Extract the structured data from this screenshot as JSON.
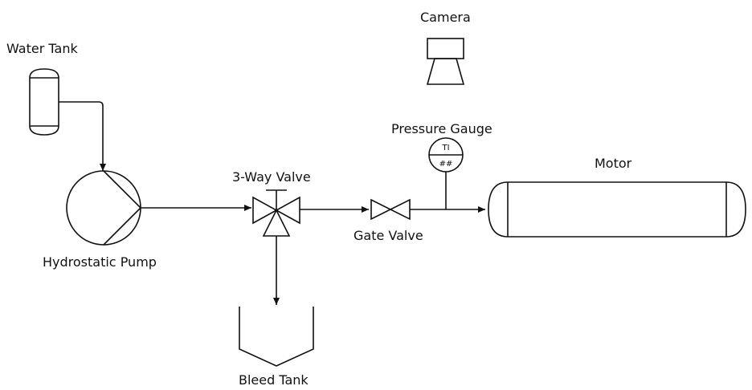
{
  "labels": {
    "water_tank": "Water Tank",
    "camera": "Camera",
    "pressure_gauge": "Pressure Gauge",
    "motor": "Motor",
    "three_way_valve": "3-Way Valve",
    "gate_valve": "Gate Valve",
    "hydrostatic_pump": "Hydrostatic Pump",
    "bleed_tank": "Bleed Tank"
  },
  "gauge": {
    "top_text": "TI",
    "bottom_text": "##"
  }
}
